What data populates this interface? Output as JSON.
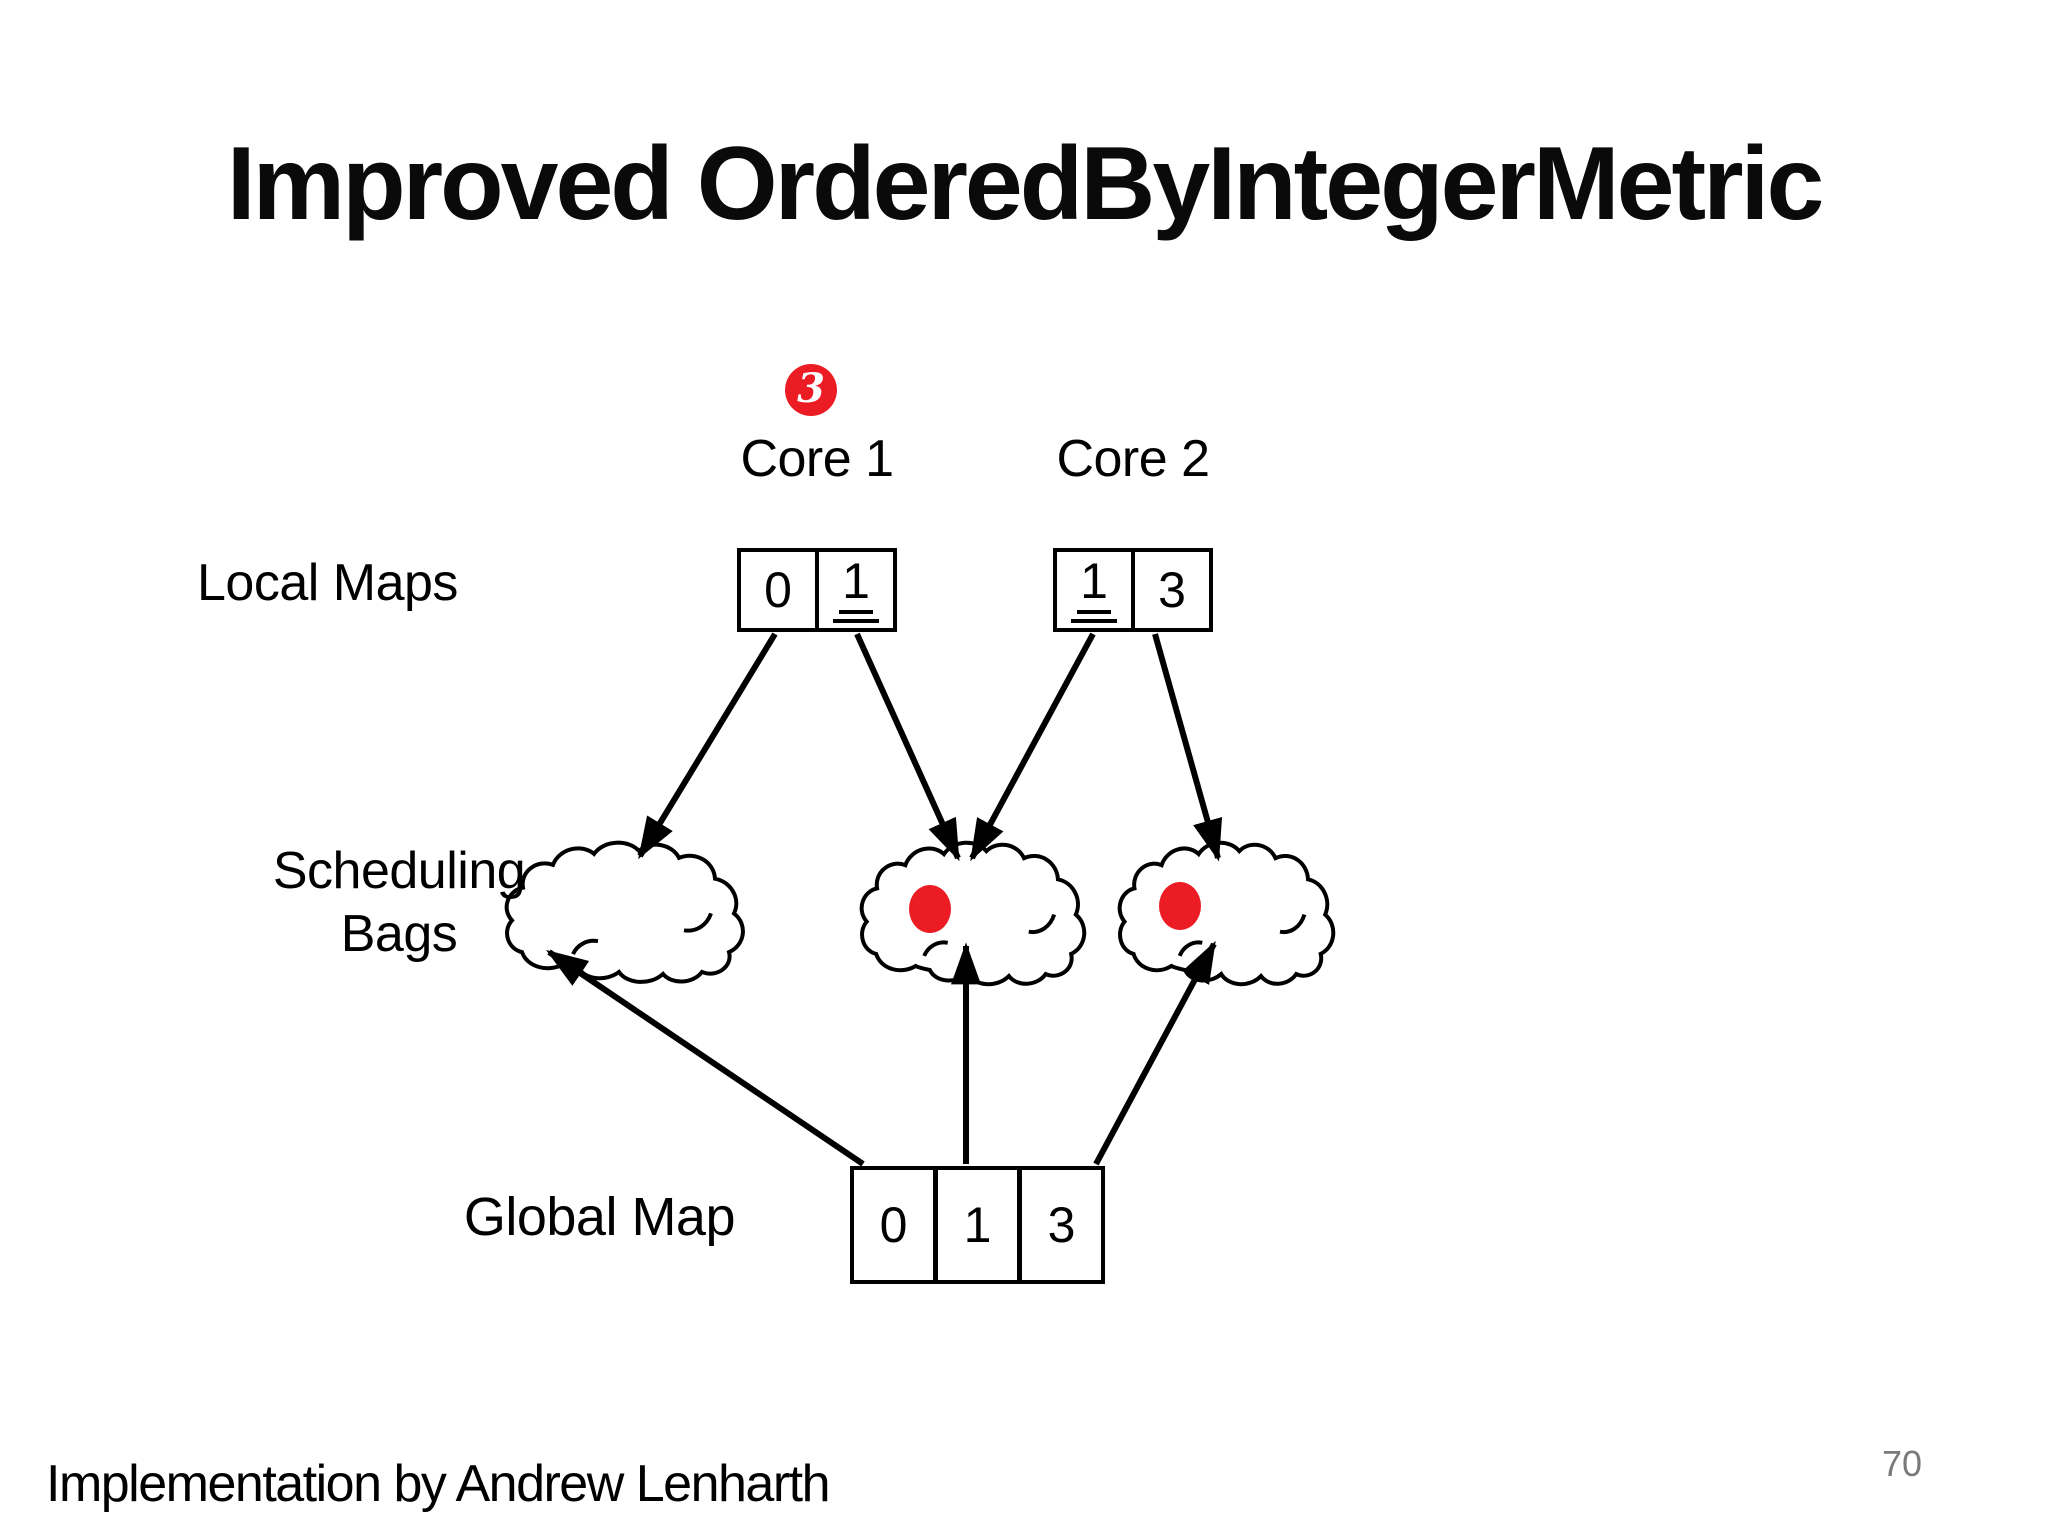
{
  "slide": {
    "title": "Improved OrderedByIntegerMetric",
    "footer": "Implementation by Andrew Lenharth",
    "page_number": "70",
    "colors": {
      "background": "#FFFFFF",
      "ink": "#000000",
      "accent_red": "#EC1C24",
      "page_number_gray": "#7A7A7A"
    }
  },
  "diagram": {
    "task_icon": {
      "glyph": "3",
      "meaning": "incoming task with priority 3"
    },
    "cores": [
      {
        "label": "Core 1"
      },
      {
        "label": "Core 2"
      }
    ],
    "local_maps": {
      "label": "Local Maps",
      "tables": [
        {
          "core": "Core 1",
          "cells": [
            {
              "value": "0",
              "underlined": false
            },
            {
              "value": "1",
              "underlined": true
            }
          ]
        },
        {
          "core": "Core 2",
          "cells": [
            {
              "value": "1",
              "underlined": true
            },
            {
              "value": "3",
              "underlined": false
            }
          ]
        }
      ]
    },
    "scheduling_bags": {
      "label_line1": "Scheduling",
      "label_line2": "Bags",
      "bags": [
        {
          "position": "left",
          "has_task_dot": false
        },
        {
          "position": "middle",
          "has_task_dot": true
        },
        {
          "position": "right",
          "has_task_dot": true
        }
      ]
    },
    "global_map": {
      "label": "Global Map",
      "cells": [
        "0",
        "1",
        "3"
      ]
    }
  }
}
